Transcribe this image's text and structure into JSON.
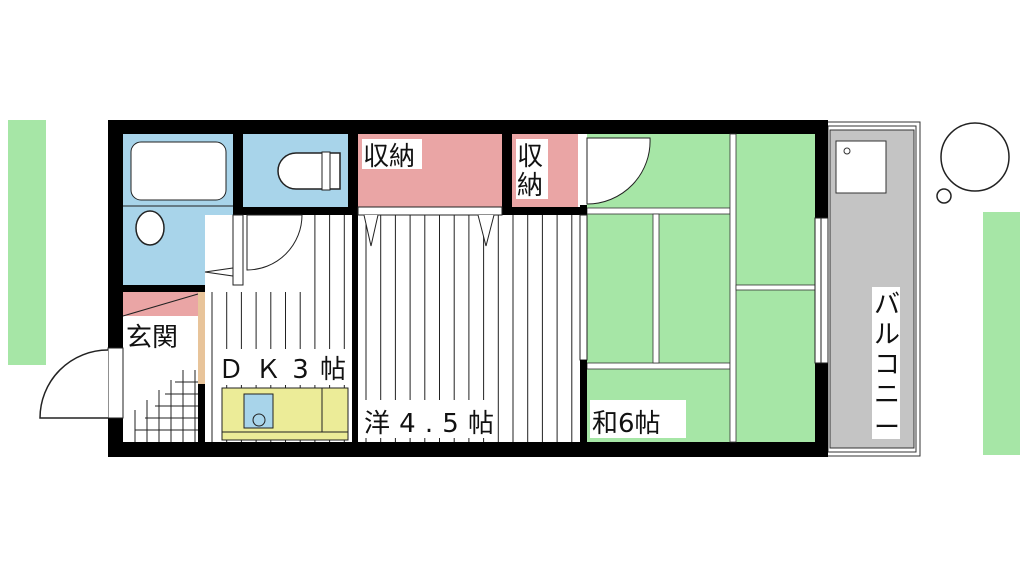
{
  "rooms": {
    "storage_1": "収納",
    "storage_2_line1": "収",
    "storage_2_line2": "納",
    "entrance": "玄関",
    "dk": "ＤＫ3帖",
    "western": "洋4.5帖",
    "japanese": "和6帖",
    "balcony": [
      "バ",
      "ル",
      "コ",
      "ニ",
      "ー"
    ]
  },
  "colors": {
    "wall": "#000000",
    "bath": "#a8d4ea",
    "storage": "#eaa5a5",
    "tatami": "#a6e6a6",
    "kitchen": "#ecec98",
    "balcony": "#c4c4c4",
    "greenery": "#a6e6a6",
    "wood": "#e8c49a"
  }
}
